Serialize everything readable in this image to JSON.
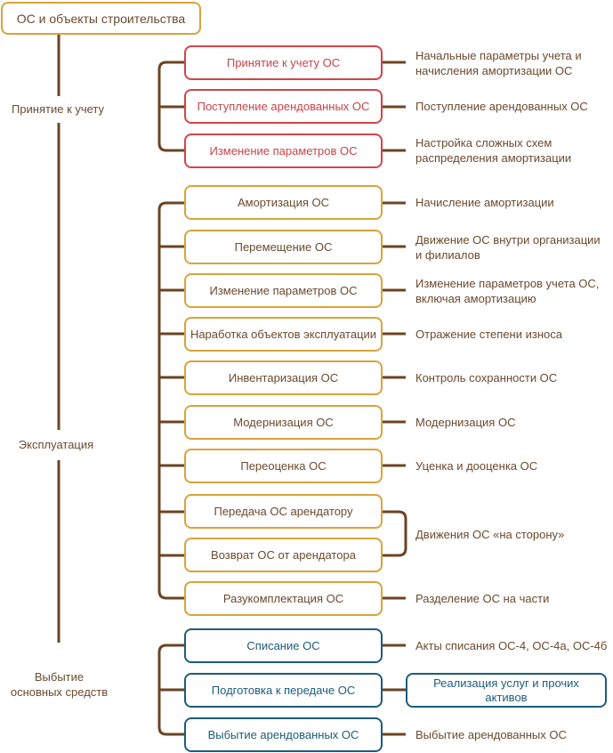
{
  "root": "ОС и объекты строительства",
  "colors": {
    "line": "#6b4423",
    "recognition": "#d0454a",
    "operation": "#d9a33c",
    "disposal": "#1d5c7a",
    "text": "#6b4a2e"
  },
  "phases": [
    {
      "label": "Принятие к учету"
    },
    {
      "label": "Эксплуатация"
    },
    {
      "label_line1": "Выбытие",
      "label_line2": "основных средств"
    }
  ],
  "recognition": [
    {
      "doc": "Принятие к учету ОС",
      "desc_line1": "Начальные параметры учета и",
      "desc_line2": "начисления амортизации ОС"
    },
    {
      "doc": "Поступление арендованных ОС",
      "desc_line1": "Поступление арендованных ОС",
      "desc_line2": ""
    },
    {
      "doc": "Изменение параметров ОС",
      "desc_line1": "Настройка сложных схем",
      "desc_line2": "распределения амортизации"
    }
  ],
  "operation": [
    {
      "doc": "Амортизация ОС",
      "desc_line1": "Начисление амортизации",
      "desc_line2": ""
    },
    {
      "doc": "Перемещение ОС",
      "desc_line1": "Движение ОС внутри организации",
      "desc_line2": "и филиалов"
    },
    {
      "doc": "Изменение параметров ОС",
      "desc_line1": "Изменение параметров учета ОС,",
      "desc_line2": "включая амортизацию"
    },
    {
      "doc": "Наработка объектов эксплуатации",
      "desc_line1": "Отражение степени износа",
      "desc_line2": ""
    },
    {
      "doc": "Инвентаризация ОС",
      "desc_line1": "Контроль сохранности ОС",
      "desc_line2": ""
    },
    {
      "doc": "Модернизация ОС",
      "desc_line1": "Модернизация ОС",
      "desc_line2": ""
    },
    {
      "doc": "Переоценка ОС",
      "desc_line1": "Уценка и дооценка ОС",
      "desc_line2": ""
    },
    {
      "doc": "Передача ОС арендатору",
      "desc_line1": "",
      "desc_line2": ""
    },
    {
      "doc": "Возврат ОС от арендатора",
      "desc_line1": "",
      "desc_line2": ""
    },
    {
      "doc": "Разукомплектация ОС",
      "desc_line1": "Разделение ОС на части",
      "desc_line2": ""
    }
  ],
  "lease_group_desc": "Движения ОС «на сторону»",
  "disposal": [
    {
      "doc": "Списание ОС",
      "desc_line1": "Акты списания ОС-4, ОС-4а, ОС-4б",
      "desc_line2": ""
    },
    {
      "doc": "Подготовка к передаче ОС",
      "linked_line1": "Реализация услуг и прочих",
      "linked_line2": "активов"
    },
    {
      "doc": "Выбытие арендованных ОС",
      "desc_line1": "Выбытие арендованных ОС",
      "desc_line2": ""
    }
  ]
}
